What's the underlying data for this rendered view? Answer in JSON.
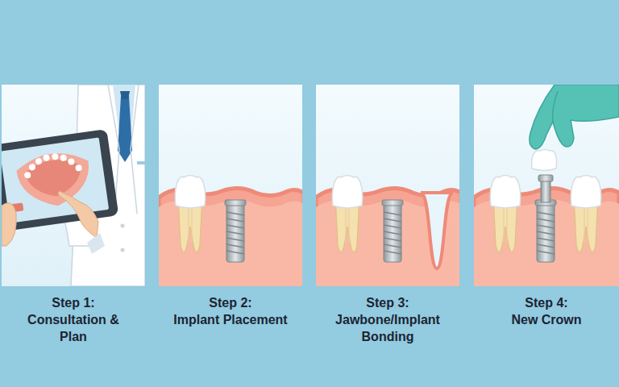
{
  "diagram": {
    "nodes": [
      {
        "text": [
          "Step 1:",
          "Consultation & Plan"
        ]
      },
      {
        "text": [
          "Step 2:",
          "Implant Placement"
        ]
      },
      {
        "text": [
          "Step 3:",
          "Jawbone/Implant Bonding"
        ]
      },
      {
        "text": [
          "Step 4:",
          "New Crown"
        ]
      }
    ]
  }
}
